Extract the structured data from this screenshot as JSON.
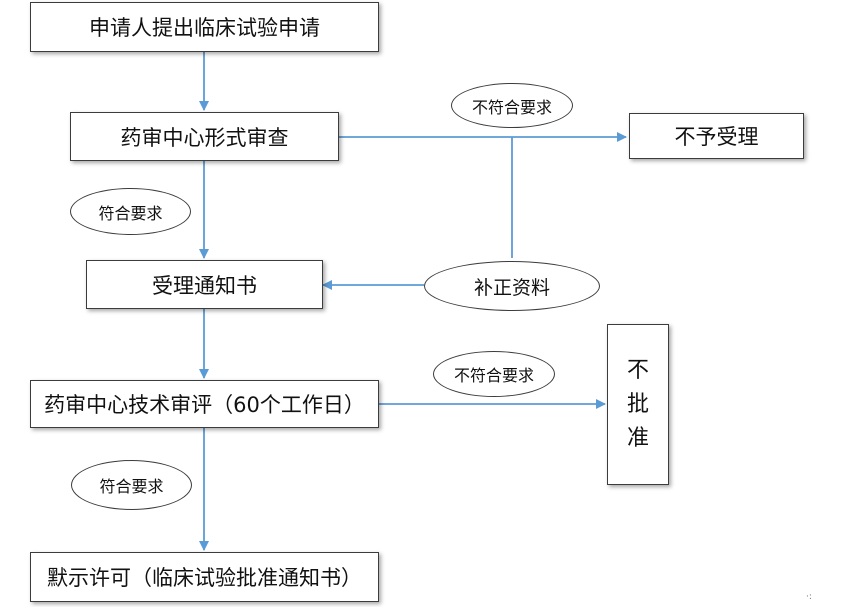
{
  "nodes": {
    "apply": "申请人提出临床试验申请",
    "formal_review": "药审中心形式审查",
    "reject_accept": "不予受理",
    "acceptance_notice": "受理通知书",
    "tech_review": "药审中心技术审评（60个工作日）",
    "not_approved": [
      "不",
      "批",
      "准"
    ],
    "implied_permit": "默示许可（临床试验批准通知书）"
  },
  "labels": {
    "fail_1": "不符合要求",
    "pass_1": "符合要求",
    "supplement": "补正资料",
    "fail_2": "不符合要求",
    "pass_2": "符合要求"
  },
  "colors": {
    "arrow": "#5b9bd5",
    "border": "#3c3c3c"
  }
}
